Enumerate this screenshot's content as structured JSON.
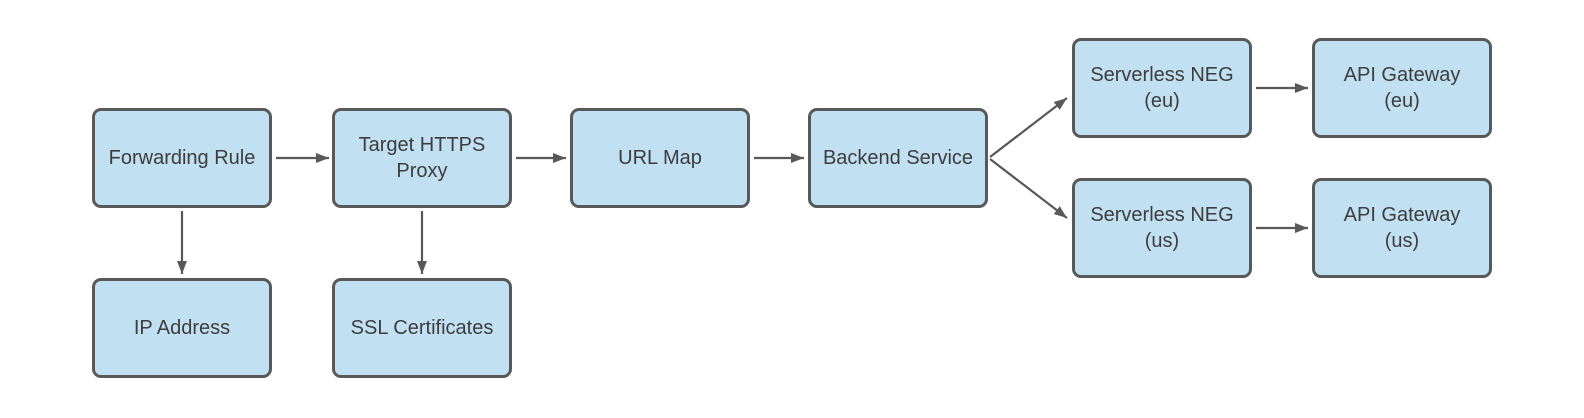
{
  "diagram": {
    "type": "flowchart",
    "nodes": [
      {
        "id": "forwarding-rule",
        "label": "Forwarding Rule"
      },
      {
        "id": "target-https-proxy",
        "label": "Target HTTPS\nProxy"
      },
      {
        "id": "url-map",
        "label": "URL Map"
      },
      {
        "id": "backend-service",
        "label": "Backend Service"
      },
      {
        "id": "serverless-neg-eu",
        "label": "Serverless NEG\n(eu)"
      },
      {
        "id": "api-gateway-eu",
        "label": "API Gateway\n(eu)"
      },
      {
        "id": "serverless-neg-us",
        "label": "Serverless NEG\n(us)"
      },
      {
        "id": "api-gateway-us",
        "label": "API Gateway\n(us)"
      },
      {
        "id": "ip-address",
        "label": "IP Address"
      },
      {
        "id": "ssl-certificates",
        "label": "SSL Certificates"
      }
    ],
    "edges": [
      {
        "from": "forwarding-rule",
        "to": "target-https-proxy"
      },
      {
        "from": "target-https-proxy",
        "to": "url-map"
      },
      {
        "from": "url-map",
        "to": "backend-service"
      },
      {
        "from": "backend-service",
        "to": "serverless-neg-eu"
      },
      {
        "from": "backend-service",
        "to": "serverless-neg-us"
      },
      {
        "from": "serverless-neg-eu",
        "to": "api-gateway-eu"
      },
      {
        "from": "serverless-neg-us",
        "to": "api-gateway-us"
      },
      {
        "from": "forwarding-rule",
        "to": "ip-address"
      },
      {
        "from": "target-https-proxy",
        "to": "ssl-certificates"
      }
    ]
  },
  "colors": {
    "background": "#ffffff",
    "node_fill": "#c1e0f2",
    "node_border": "#58595b",
    "arrow": "#595959",
    "text": "#3d3d3d"
  }
}
